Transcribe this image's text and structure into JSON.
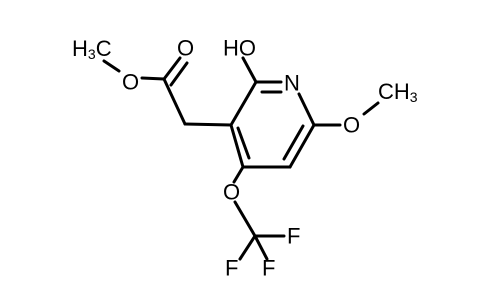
{
  "molecule": {
    "colors": {
      "bond": "#000000",
      "text": "#000000",
      "background": "#ffffff"
    },
    "atoms": {
      "methyl_ester": "H3C",
      "ester_carbonyl_O": "O",
      "ester_O": "O",
      "hydroxyl": "HO",
      "ring_N": "N",
      "methoxy_O": "O",
      "methoxy_methyl": "CH3",
      "ether_O": "O",
      "fluorine_1": "F",
      "fluorine_2": "F",
      "fluorine_3": "F"
    },
    "label_parts": {
      "h3c_main": "H",
      "h3c_sub": "3",
      "h3c_tail": "C",
      "ch3_main": "CH",
      "ch3_sub": "3"
    }
  }
}
